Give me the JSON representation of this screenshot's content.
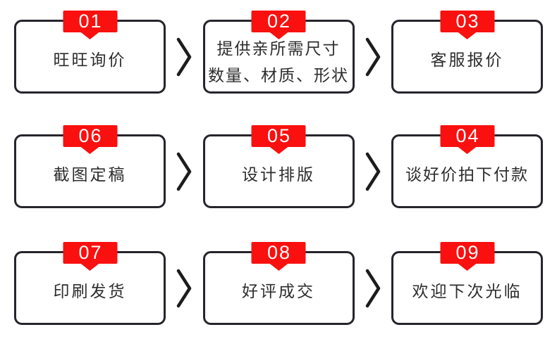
{
  "diagram": {
    "type": "process-flow",
    "language": "zh-CN",
    "colors": {
      "badge_red": "#f9100f",
      "badge_text": "#ffffff",
      "box_border": "#25252c",
      "box_text": "#2d2d2d",
      "arrow": "#1c1c1c",
      "background": "#ffffff"
    },
    "rows": [
      {
        "steps": [
          {
            "num": "01",
            "lines": [
              "旺旺询价"
            ]
          },
          {
            "num": "02",
            "lines": [
              "提供亲所需尺寸",
              "数量、材质、形状"
            ]
          },
          {
            "num": "03",
            "lines": [
              "客服报价"
            ]
          }
        ]
      },
      {
        "steps": [
          {
            "num": "06",
            "lines": [
              "截图定稿"
            ]
          },
          {
            "num": "05",
            "lines": [
              "设计排版"
            ]
          },
          {
            "num": "04",
            "lines": [
              "谈好价拍下付款"
            ]
          }
        ]
      },
      {
        "steps": [
          {
            "num": "07",
            "lines": [
              "印刷发货"
            ]
          },
          {
            "num": "08",
            "lines": [
              "好评成交"
            ]
          },
          {
            "num": "09",
            "lines": [
              "欢迎下次光临"
            ]
          }
        ]
      }
    ]
  }
}
